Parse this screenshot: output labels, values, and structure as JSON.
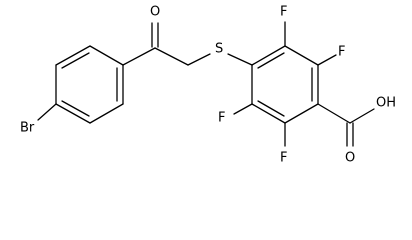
{
  "molecule": {
    "atoms": {
      "bromine": "Br",
      "carbonyl_oxygen": "O",
      "sulfur": "S",
      "fluorine_top_left": "F",
      "fluorine_top_right": "F",
      "fluorine_bottom_left": "F",
      "fluorine_bottom_right": "F",
      "acid_carbonyl_oxygen": "O",
      "acid_hydroxyl": "OH"
    }
  }
}
